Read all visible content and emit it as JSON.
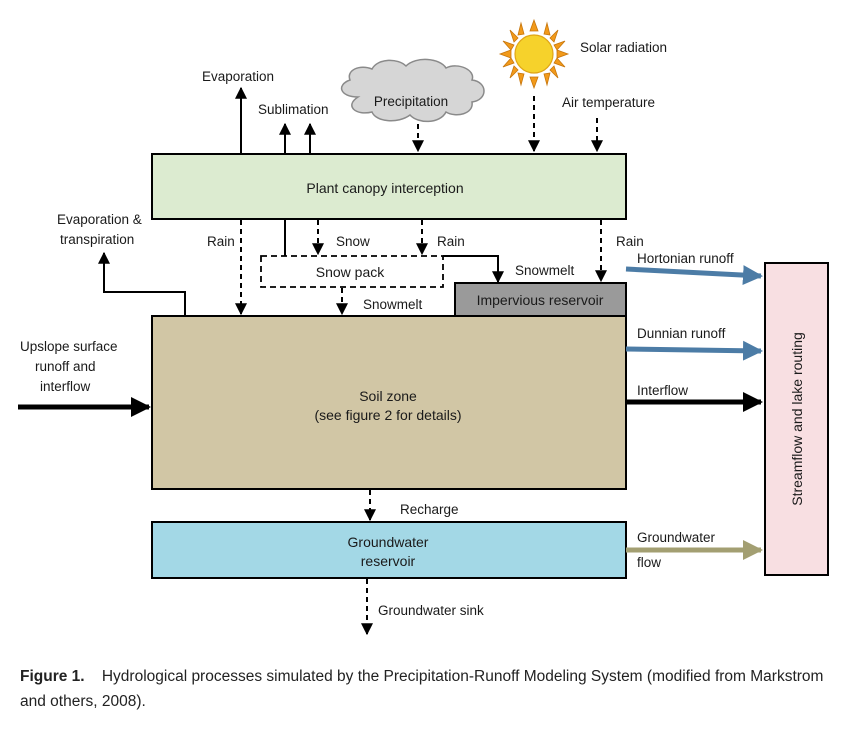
{
  "boxes": {
    "canopy": "Plant canopy interception",
    "snow_pack": "Snow pack",
    "impervious": "Impervious reservoir",
    "soil_line1": "Soil zone",
    "soil_line2": "(see figure 2 for details)",
    "groundwater_line1": "Groundwater",
    "groundwater_line2": "reservoir",
    "streamflow": "Streamflow  and lake routing",
    "precipitation_cloud": "Precipitation"
  },
  "labels": {
    "solar_radiation": "Solar radiation",
    "air_temperature": "Air temperature",
    "evaporation": "Evaporation",
    "sublimation": "Sublimation",
    "evap_transp_1": "Evaporation &",
    "evap_transp_2": "transpiration",
    "rain_left": "Rain",
    "snow": "Snow",
    "rain_mid": "Rain",
    "rain_right": "Rain",
    "snowmelt_upper": "Snowmelt",
    "snowmelt_lower": "Snowmelt",
    "hortonian": "Hortonian runoff",
    "dunnian": "Dunnian runoff",
    "interflow": "Interflow",
    "upslope_1": "Upslope surface",
    "upslope_2": "runoff and",
    "upslope_3": "interflow",
    "recharge": "Recharge",
    "gw_flow_1": "Groundwater",
    "gw_flow_2": "flow",
    "gw_sink": "Groundwater sink"
  },
  "caption": {
    "label": "Figure 1.",
    "text": "Hydrological processes simulated by the Precipitation-Runoff Modeling System (modified from Markstrom and others, 2008)."
  },
  "colors": {
    "canopy_fill": "#dcebd0",
    "soil_fill": "#d1c6a5",
    "groundwater_fill": "#a3d8e6",
    "streamflow_fill": "#f8dfe2",
    "impervious_fill": "#9a9a9a",
    "cloud_fill": "#d6d6d6",
    "sun_fill": "#f6d22b",
    "sun_ray": "#f29a1a",
    "blue_arrow": "#4c7ca6",
    "olive_arrow": "#a39f72"
  }
}
